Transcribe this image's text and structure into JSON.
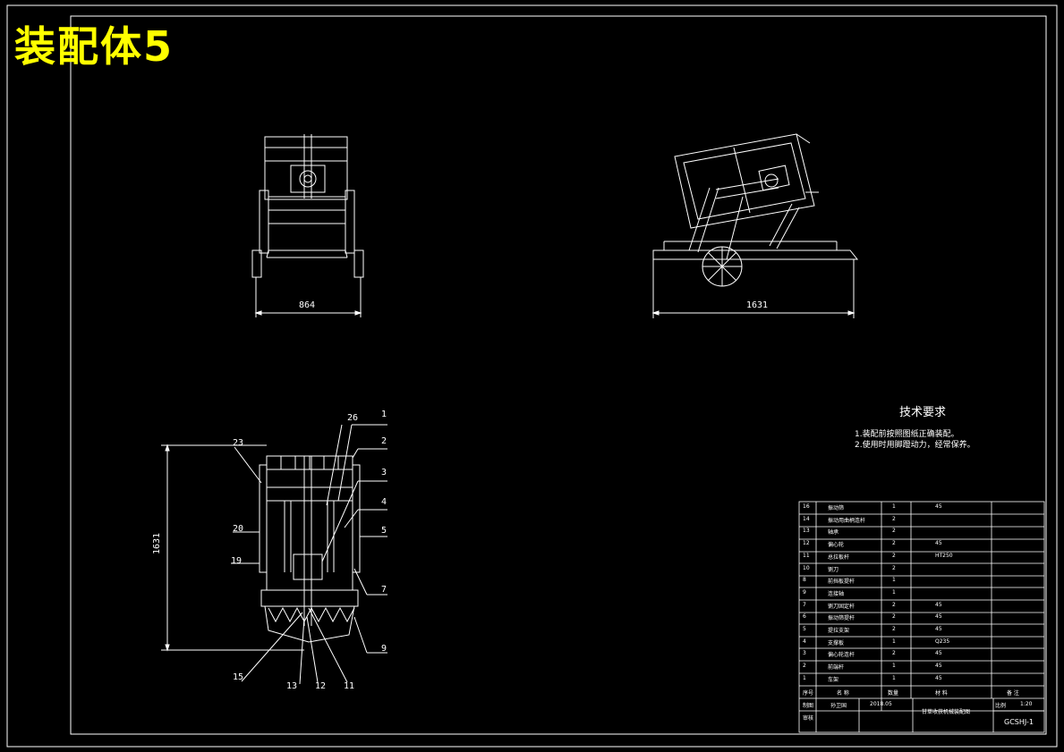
{
  "title": "装配体5",
  "dims": {
    "front_width": "864",
    "side_length": "1631",
    "top_length": "1631"
  },
  "tech": {
    "title": "技术要求",
    "items": [
      "1.装配前按照图纸正确装配。",
      "2.使用时用脚蹬动力，经常保养。"
    ]
  },
  "leaders": [
    "1",
    "2",
    "3",
    "4",
    "5",
    "7",
    "9",
    "11",
    "12",
    "13",
    "15",
    "19",
    "20",
    "23",
    "26"
  ],
  "bom": {
    "rows": [
      [
        "16",
        "振动筛",
        "1",
        "45"
      ],
      [
        "14",
        "振动用曲柄连杆",
        "2",
        ""
      ],
      [
        "13",
        "轴承",
        "2",
        ""
      ],
      [
        "12",
        "偏心轮",
        "2",
        "45"
      ],
      [
        "11",
        "总拉板杆",
        "2",
        "HT250"
      ],
      [
        "10",
        "铡刀",
        "2",
        ""
      ],
      [
        "8",
        "前挡板提杆",
        "1",
        ""
      ],
      [
        "9",
        "连接轴",
        "1",
        ""
      ],
      [
        "7",
        "铡刀固定杆",
        "2",
        "45"
      ],
      [
        "6",
        "振动筛提杆",
        "2",
        "45"
      ],
      [
        "5",
        "提拉支架",
        "2",
        "45"
      ],
      [
        "4",
        "支撑板",
        "1",
        "Q235"
      ],
      [
        "3",
        "偏心轮连杆",
        "2",
        "45"
      ],
      [
        "2",
        "前端杆",
        "1",
        "45"
      ],
      [
        "1",
        "车架",
        "1",
        "45"
      ]
    ],
    "header": [
      "序号",
      "名 称",
      "数量",
      "材 料",
      "备 注"
    ],
    "footer": {
      "drafter_label": "制图",
      "drafter": "孙卫国",
      "date": "2018.05",
      "checker_label": "审核",
      "drawing_title": "甘草收获机械装配图",
      "scale_label": "比例",
      "scale": "1:20",
      "code": "GCSHJ-1"
    }
  }
}
